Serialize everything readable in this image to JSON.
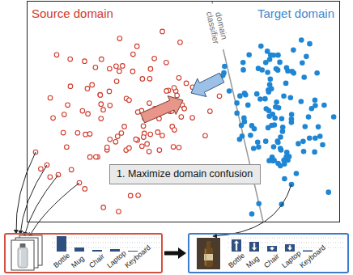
{
  "diagram": {
    "nodes": [
      {
        "text": [
          "Source domain",
          "Target domain",
          "domain classifier"
        ]
      },
      {
        "text": [
          "1. Maximize domain confusion"
        ],
        "in": 0
      },
      {
        "text": [
          "Bottle",
          "Mug",
          "Chair",
          "Laptop",
          "Keyboard"
        ]
      },
      {
        "text": [
          "Bottle",
          "Mug",
          "Chair",
          "Laptop",
          "Keyboard"
        ]
      }
    ],
    "edges": [
      {
        "from": 2,
        "to": 3,
        "arrow": "to"
      }
    ]
  }
}
